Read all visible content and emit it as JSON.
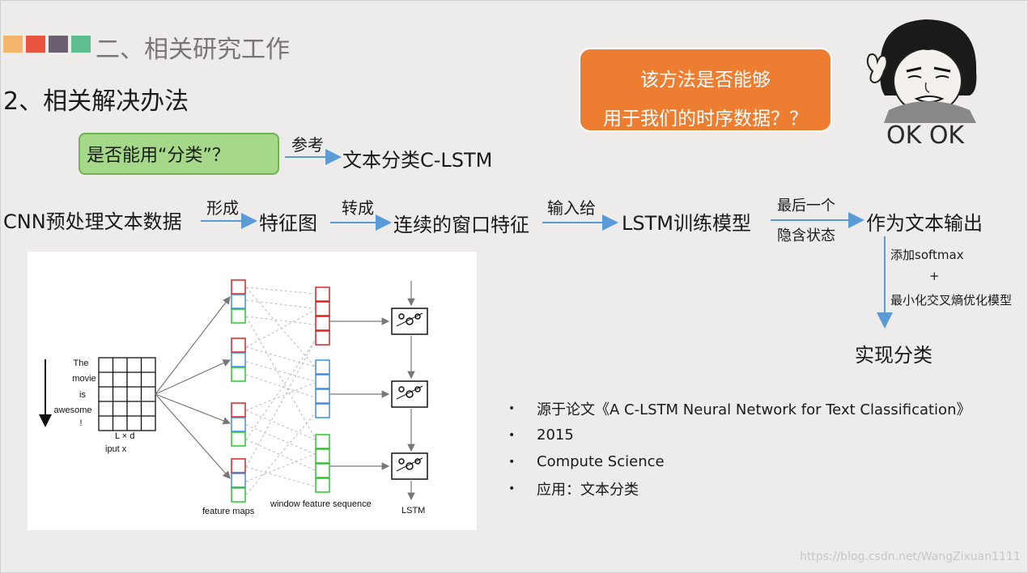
{
  "header": {
    "colors": [
      "#f2b56a",
      "#e8543f",
      "#6b5f72",
      "#5dbf8f"
    ],
    "section_title": "二、相关研究工作",
    "subsection_title": "2、相关解决办法"
  },
  "question_box": {
    "text": "是否能用“分类”？"
  },
  "reference": {
    "arrow_label": "参考",
    "target": "文本分类C-LSTM"
  },
  "bubble": {
    "line1": "该方法是否能够",
    "line2": "用于我们的时序数据？？"
  },
  "meme": {
    "caption": "OK OK"
  },
  "flow": {
    "step1": "CNN预处理文本数据",
    "arrow1": "形成",
    "step2": "特征图",
    "arrow2": "转成",
    "step3": "连续的窗口特征",
    "arrow3": "输入给",
    "step4": "LSTM训练模型",
    "arrow4_line1": "最后一个",
    "arrow4_line2": "隐含状态",
    "step5": "作为文本输出",
    "down_line1": "添加softmax",
    "down_line2": "+",
    "down_line3": "最小化交叉熵优化模型",
    "final": "实现分类"
  },
  "figure": {
    "words": [
      "The",
      "movie",
      "is",
      "awesome",
      "!"
    ],
    "matrix_label": "L × d",
    "input_label": "iput x",
    "feature_maps_label": "feature maps",
    "window_label": "window feature sequence",
    "lstm_label": "LSTM"
  },
  "bullets": [
    "源于论文《A C-LSTM Neural Network for Text Classification》",
    "2015",
    "Compute Science",
    "应用：文本分类"
  ],
  "watermark": "https://blog.csdn.net/WangZixuan1111"
}
